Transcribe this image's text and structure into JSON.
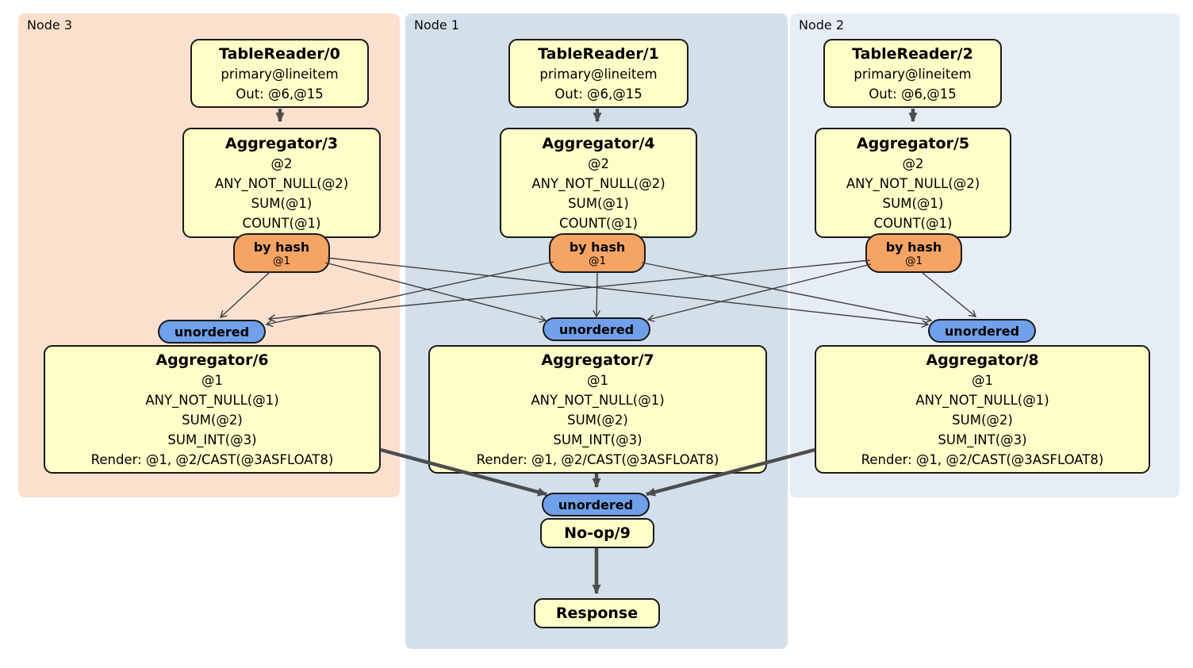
{
  "title": "DistSQL physical plan diagram",
  "panels": {
    "node3": {
      "label": "Node 3",
      "color": "#fbe0cd"
    },
    "node1": {
      "label": "Node 1",
      "color": "#d3e0ea"
    },
    "node2": {
      "label": "Node 2",
      "color": "#e7edf5"
    }
  },
  "processors": {
    "tablereader0": {
      "title": "TableReader/0",
      "lines": [
        "primary@lineitem",
        "Out: @6,@15"
      ]
    },
    "tablereader1": {
      "title": "TableReader/1",
      "lines": [
        "primary@lineitem",
        "Out: @6,@15"
      ]
    },
    "tablereader2": {
      "title": "TableReader/2",
      "lines": [
        "primary@lineitem",
        "Out: @6,@15"
      ]
    },
    "aggregator3": {
      "title": "Aggregator/3",
      "lines": [
        "@2",
        "ANY_NOT_NULL(@2)",
        "SUM(@1)",
        "COUNT(@1)"
      ]
    },
    "aggregator4": {
      "title": "Aggregator/4",
      "lines": [
        "@2",
        "ANY_NOT_NULL(@2)",
        "SUM(@1)",
        "COUNT(@1)"
      ]
    },
    "aggregator5": {
      "title": "Aggregator/5",
      "lines": [
        "@2",
        "ANY_NOT_NULL(@2)",
        "SUM(@1)",
        "COUNT(@1)"
      ]
    },
    "aggregator6": {
      "title": "Aggregator/6",
      "lines": [
        "@1",
        "ANY_NOT_NULL(@1)",
        "SUM(@2)",
        "SUM_INT(@3)",
        "Render: @1, @2/CAST(@3ASFLOAT8)"
      ]
    },
    "aggregator7": {
      "title": "Aggregator/7",
      "lines": [
        "@1",
        "ANY_NOT_NULL(@1)",
        "SUM(@2)",
        "SUM_INT(@3)",
        "Render: @1, @2/CAST(@3ASFLOAT8)"
      ]
    },
    "aggregator8": {
      "title": "Aggregator/8",
      "lines": [
        "@1",
        "ANY_NOT_NULL(@1)",
        "SUM(@2)",
        "SUM_INT(@3)",
        "Render: @1, @2/CAST(@3ASFLOAT8)"
      ]
    },
    "noop9": {
      "title": "No-op/9"
    },
    "response": {
      "title": "Response"
    }
  },
  "routers": {
    "byhash0": {
      "title": "by hash",
      "sub": "@1"
    },
    "byhash1": {
      "title": "by hash",
      "sub": "@1"
    },
    "byhash2": {
      "title": "by hash",
      "sub": "@1"
    }
  },
  "synchronizers": {
    "unordered3": {
      "label": "unordered"
    },
    "unordered1": {
      "label": "unordered"
    },
    "unordered2": {
      "label": "unordered"
    },
    "unorderedFinal": {
      "label": "unordered"
    }
  },
  "colors": {
    "processor_fill": "#fefec9",
    "router_fill": "#f6a464",
    "synchronizer_fill": "#6fa0e9",
    "edge_thin": "#3f3f3f",
    "edge_thick": "#4d4d4d"
  }
}
